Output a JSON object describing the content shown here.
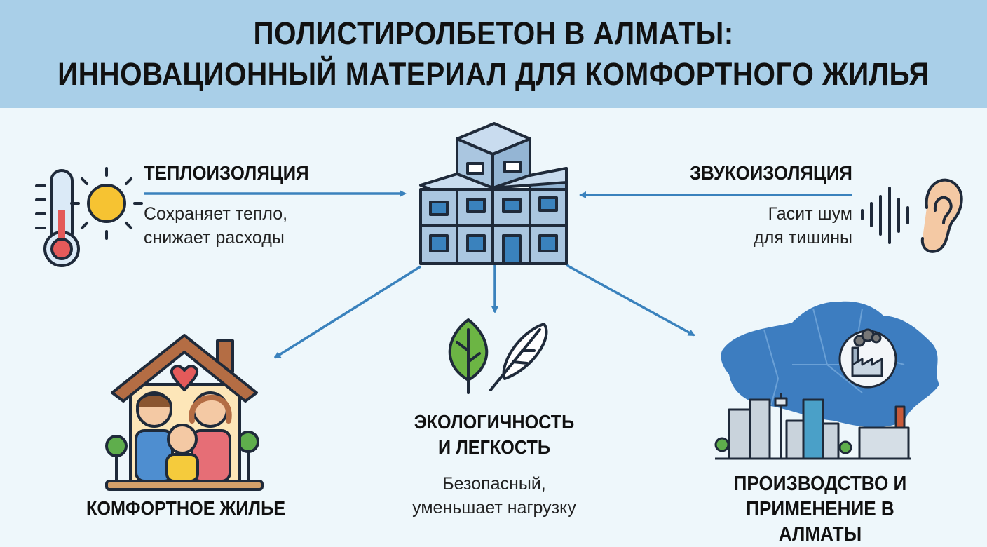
{
  "header": {
    "title_line1": "ПОЛИСТИРОЛБЕТОН В АЛМАТЫ:",
    "title_line2": "ИННОВАЦИОННЫЙ МАТЕРИАЛ ДЛЯ КОМФОРТНОГО ЖИЛЬЯ"
  },
  "thermal": {
    "heading": "ТЕПЛОИЗОЛЯЦИЯ",
    "desc_line1": "Сохраняет тепло,",
    "desc_line2": "снижает расходы"
  },
  "sound": {
    "heading": "ЗВУКОИЗОЛЯЦИЯ",
    "desc_line1": "Гасит шум",
    "desc_line2": "для тишины"
  },
  "eco": {
    "heading_line1": "ЭКОЛОГИЧНОСТЬ",
    "heading_line2": "И ЛЕГКОСТЬ",
    "desc_line1": "Безопасный,",
    "desc_line2": "уменьшает нагрузку"
  },
  "home": {
    "heading": "КОМФОРТНОЕ ЖИЛЬЕ"
  },
  "production": {
    "heading_line1": "ПРОИЗВОДСТВО И",
    "heading_line2": "ПРИМЕНЕНИЕ В АЛМАТЫ"
  },
  "colors": {
    "header_bg": "#a9cfe8",
    "arrow": "#3a82bd",
    "block": "#aac6e0",
    "outline": "#1f2a3a",
    "map": "#3d7dc0"
  },
  "icons": [
    "thermometer-icon",
    "sun-icon",
    "concrete-blocks-icon",
    "sound-wave-icon",
    "ear-icon",
    "leaf-icon",
    "feather-icon",
    "family-house-icon",
    "kazakhstan-map-icon",
    "factory-icon",
    "city-skyline-icon"
  ]
}
